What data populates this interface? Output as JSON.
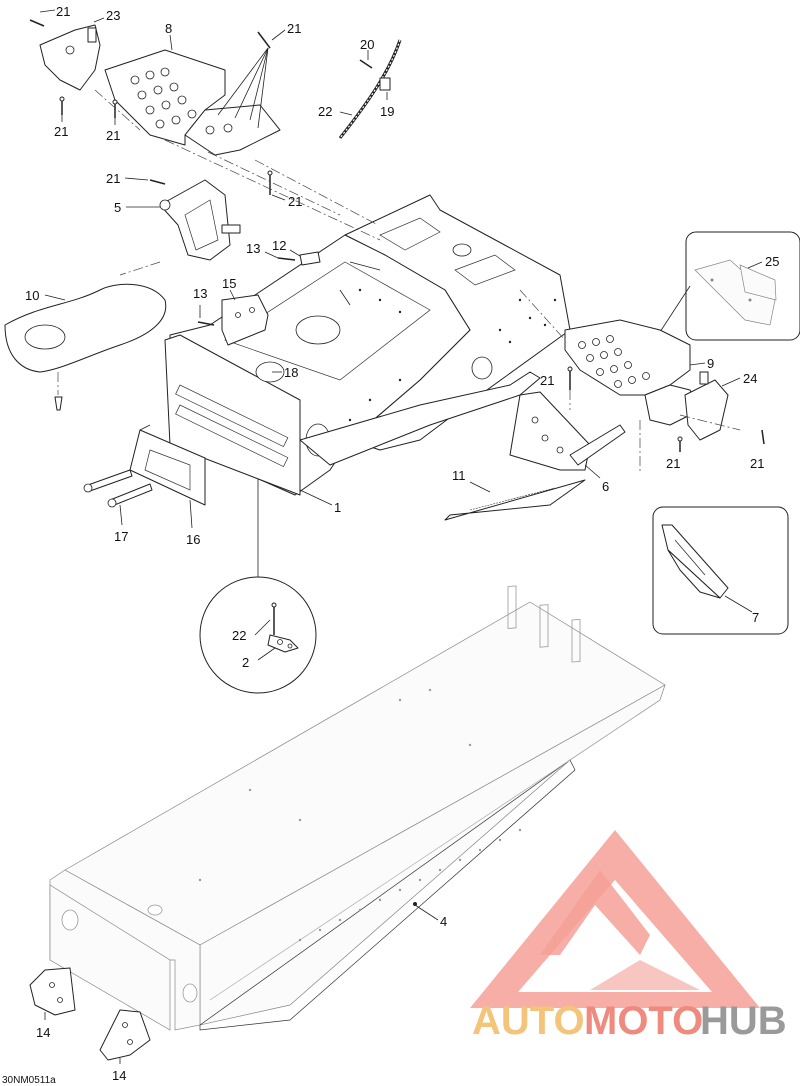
{
  "callouts": {
    "c1": "1",
    "c2": "2",
    "c4": "4",
    "c5": "5",
    "c6": "6",
    "c7": "7",
    "c8": "8",
    "c9": "9",
    "c10": "10",
    "c11": "11",
    "c12": "12",
    "c13": "13",
    "c15": "15",
    "c16": "16",
    "c17": "17",
    "c18": "18",
    "c19": "19",
    "c20": "20",
    "c22": "22",
    "c23": "23",
    "c24": "24",
    "c25": "25",
    "c14": "14",
    "c21": "21"
  },
  "drawing_code": "30NM0511a",
  "watermark": {
    "part1": "AUTO",
    "part2": "MOTO",
    "part3": "HUB"
  },
  "colors": {
    "watermark_red": "#ef8a7e",
    "watermark_orange": "#f3c47a",
    "watermark_gray": "#9a9a9a",
    "line": "#222222"
  }
}
